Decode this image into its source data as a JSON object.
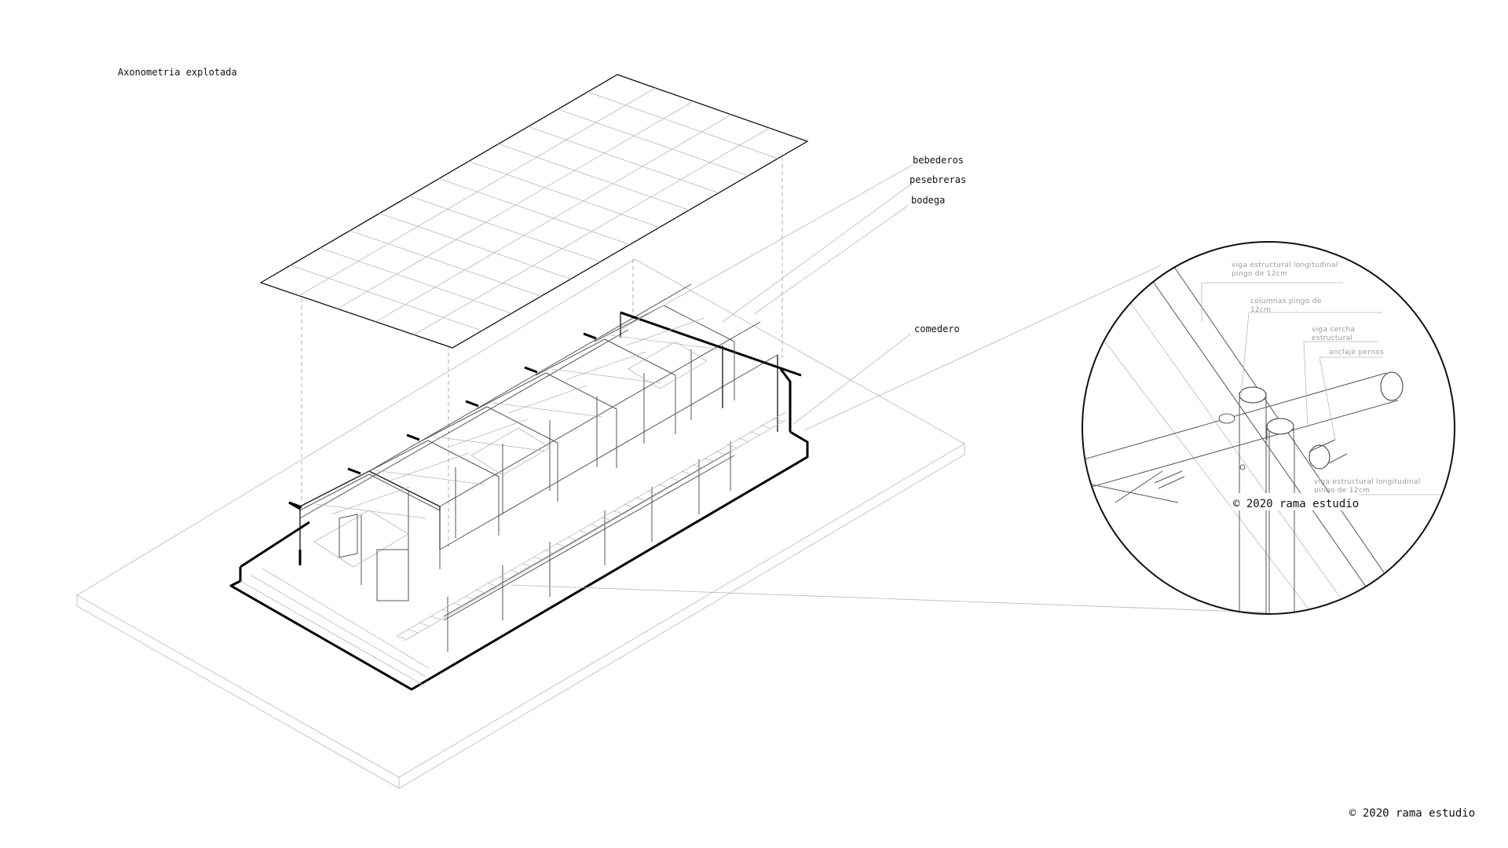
{
  "title": "Axonometria explotada",
  "callouts": {
    "bebederos": "bebederos",
    "pesebreras": "pesebreras",
    "bodega": "bodega",
    "comedero": "comedero"
  },
  "detail": {
    "viga_longitudinal_top": [
      "viga estructural longitudinal",
      "pingo de 12cm"
    ],
    "columnas": [
      "columnas pingo de",
      "12cm"
    ],
    "viga_cercha": [
      "viga cercha",
      "estructural"
    ],
    "anclaje": [
      "anclaje pernos"
    ],
    "viga_longitudinal_bottom": [
      "viga estructural longitudinal",
      "pingo de 12cm"
    ],
    "watermark": "© 2020 rama estudio"
  },
  "copyright": "© 2020 rama estudio"
}
